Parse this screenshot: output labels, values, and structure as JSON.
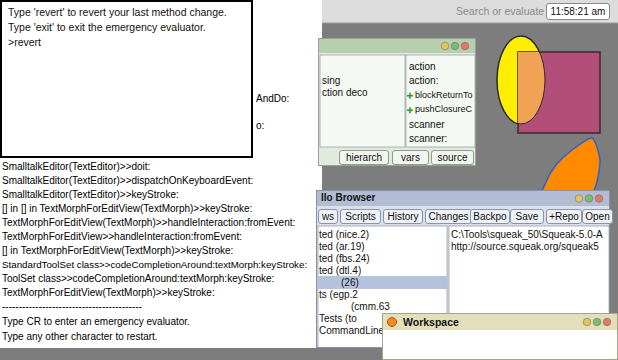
{
  "diagram": {
    "nodes": [
      {
        "text": [
          "11:58:21 am"
        ]
      },
      {
        "text": [
          "Type 'revert' to revert your last method change.",
          "Type 'exit' to exit the emergency evaluator.",
          ">revert"
        ]
      },
      {
        "text": [
          "sing",
          "ction deco",
          "action",
          "action:",
          "blockReturnTo",
          "pushClosureC",
          "scanner",
          "scanner:"
        ]
      },
      {
        "text": [
          "hierarch"
        ],
        "in": 2
      },
      {
        "text": [
          "vars"
        ],
        "in": 2
      },
      {
        "text": [
          "source"
        ],
        "in": 2
      },
      {
        "text": [
          "llo Browser",
          "ted (nice.2)",
          "ted (ar.19)",
          "ted (fbs.24)",
          "ted (dtl.4)",
          "(26)",
          "ts (egp.2",
          "(cmm.63",
          "Tests (to",
          "CommandLine (cmm",
          "C:\\Tools\\squeak_50\\Squeak-5.0-A",
          "http://source.squeak.org/squeak5"
        ]
      },
      {
        "text": [
          "ws"
        ],
        "in": 6
      },
      {
        "text": [
          "Scripts"
        ],
        "in": 6
      },
      {
        "text": [
          "History"
        ],
        "in": 6
      },
      {
        "text": [
          "Changes"
        ],
        "in": 6
      },
      {
        "text": [
          "Backpo"
        ],
        "in": 6
      },
      {
        "text": [
          "Save"
        ],
        "in": 6
      },
      {
        "text": [
          "+Repo"
        ],
        "in": 6
      },
      {
        "text": [
          "Open"
        ],
        "in": 6
      },
      {
        "text": [
          "Workspace"
        ]
      }
    ],
    "labels": [
      "Search or evaluate",
      "AndDo:",
      "o:",
      "SmalltalkEditor(TextEditor)>>doit:",
      "SmalltalkEditor(TextEditor)>>dispatchOnKeyboardEvent:",
      "SmalltalkEditor(TextEditor)>>keyStroke:",
      "[] in [] in TextMorphForEditView(TextMorph)>>keyStroke:",
      "TextMorphForEditView(TextMorph)>>handleInteraction:fromEvent:",
      "TextMorphForEditView>>handleInteraction:fromEvent:",
      "[] in TextMorphForEditView(TextMorph)>>keyStroke:",
      "StandardToolSet class>>codeCompletionAround:textMorph:keyStroke:",
      "ToolSet class>>codeCompletionAround:textMorph:keyStroke:",
      "TextMorphForEditView(TextMorph)>>keyStroke:",
      "------------------------------------------",
      "Type CR to enter an emergency evaluator.",
      "Type any other character to restart."
    ]
  }
}
